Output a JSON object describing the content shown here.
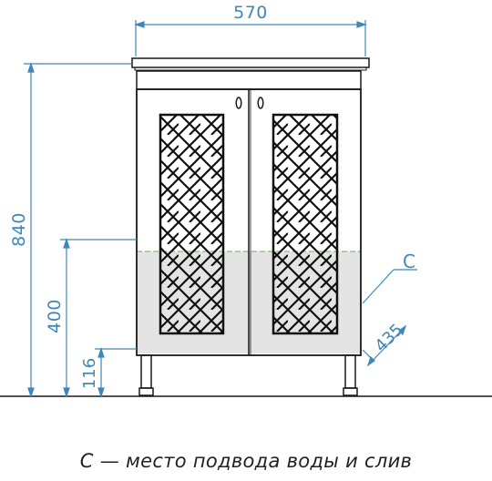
{
  "dimensions": {
    "width": "570",
    "height": "840",
    "zone_height": "400",
    "drain_height": "116",
    "depth": "435"
  },
  "marker": "C",
  "caption": "C — место подвода воды и слив",
  "colors": {
    "dimension_line": "#3f88b8",
    "outline": "#1a1a1a",
    "zone_fill": "#e4e4e4",
    "zone_line": "#7cc06c"
  }
}
